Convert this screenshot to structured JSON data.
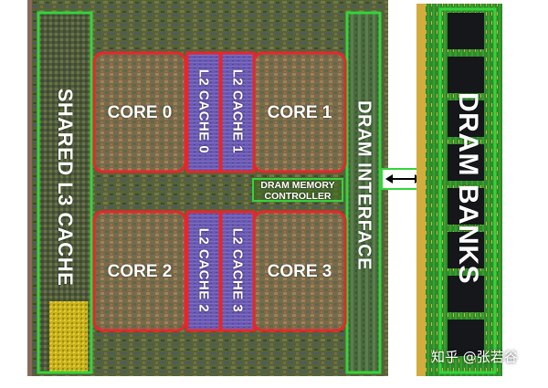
{
  "diagram": {
    "shared_l3": "SHARED L3 CACHE",
    "cores": [
      "CORE 0",
      "CORE 1",
      "CORE 2",
      "CORE 3"
    ],
    "l2_caches": [
      "L2 CACHE 0",
      "L2 CACHE 1",
      "L2 CACHE 2",
      "L2 CACHE 3"
    ],
    "dram_interface": "DRAM INTERFACE",
    "dram_memory_controller_line1": "DRAM MEMORY",
    "dram_memory_controller_line2": "CONTROLLER",
    "dram_banks": "DRAM BANKS",
    "watermark": "知乎 @张若谷"
  },
  "colors": {
    "core_border": "#e8262a",
    "l2_fill": "#6a5ab0",
    "region_border": "#35d43a",
    "die_base": "#5a6a3a",
    "pcb_green": "#2f8a2a",
    "chip_black": "#15171a",
    "l3_gold": "#c9b21a"
  }
}
